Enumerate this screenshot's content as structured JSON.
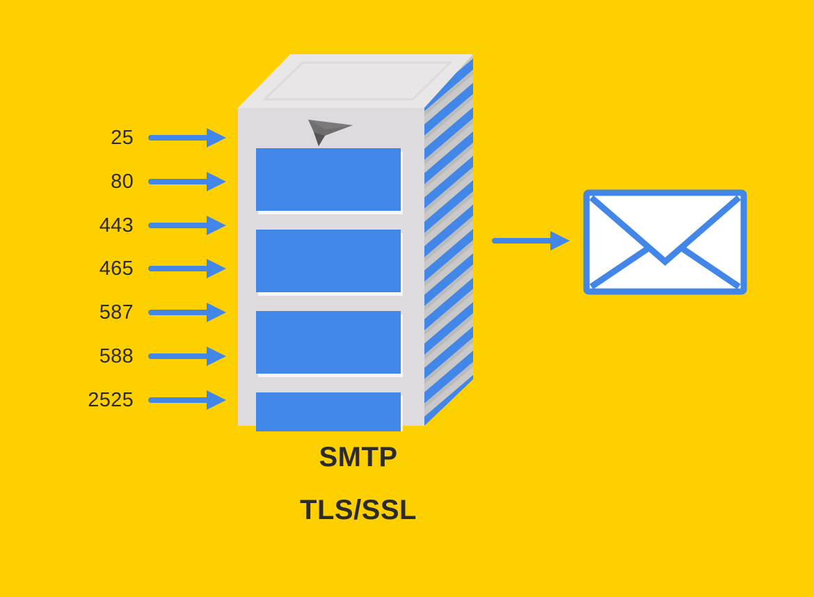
{
  "diagram": {
    "title_lines": [
      "SMTP",
      "TLS/SSL"
    ],
    "background_color": "#FFD000",
    "accent_blue": "#4286E8",
    "text_color": "#2B2B2B",
    "server_face_color": "#DEDADD",
    "server_side_color": "#C9C9C9",
    "server_top_color": "#E8E6E7"
  },
  "ports": [
    {
      "label": "25",
      "arrow_icon": "right-arrow-icon"
    },
    {
      "label": "80",
      "arrow_icon": "right-arrow-icon"
    },
    {
      "label": "443",
      "arrow_icon": "right-arrow-icon"
    },
    {
      "label": "465",
      "arrow_icon": "right-arrow-icon"
    },
    {
      "label": "587",
      "arrow_icon": "right-arrow-icon"
    },
    {
      "label": "588",
      "arrow_icon": "right-arrow-icon"
    },
    {
      "label": "2525",
      "arrow_icon": "right-arrow-icon"
    }
  ],
  "server": {
    "icon": "server-tower-icon",
    "logo_icon": "paper-plane-icon",
    "drive_bays": 4,
    "vent_stripes": 14
  },
  "output": {
    "arrow_icon": "right-arrow-icon",
    "envelope_icon": "envelope-icon"
  },
  "caption": {
    "line1": "SMTP",
    "line2": "TLS/SSL"
  }
}
